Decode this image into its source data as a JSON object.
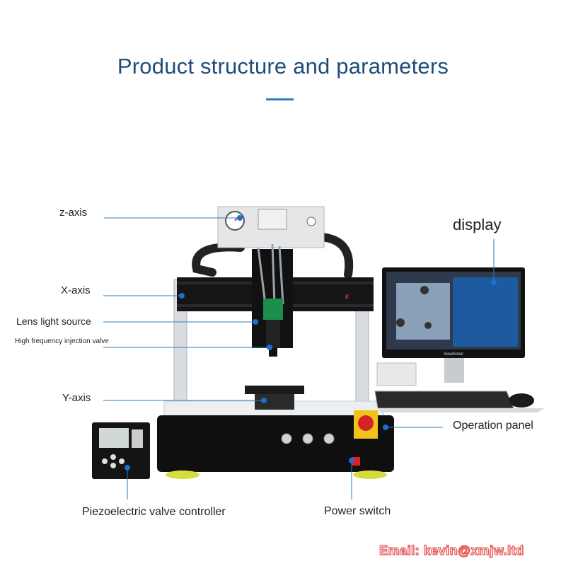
{
  "header": {
    "title": "Product structure and parameters"
  },
  "labels": {
    "z_axis": "z-axis",
    "x_axis": "X-axis",
    "lens_light": "Lens light source",
    "injection_valve": "High frequency injection valve",
    "y_axis": "Y-axis",
    "display": "display",
    "operation_panel": "Operation panel",
    "piezo_controller": "Piezoelectric valve controller",
    "power_switch": "Power switch"
  },
  "monitor_brand": "ViewSonic",
  "email": "Email: kevin@xmjw.ltd",
  "colors": {
    "title": "#1f4e79",
    "accent": "#2e7fbf",
    "dot": "#1b6fd1",
    "email": "#e85a5a"
  }
}
